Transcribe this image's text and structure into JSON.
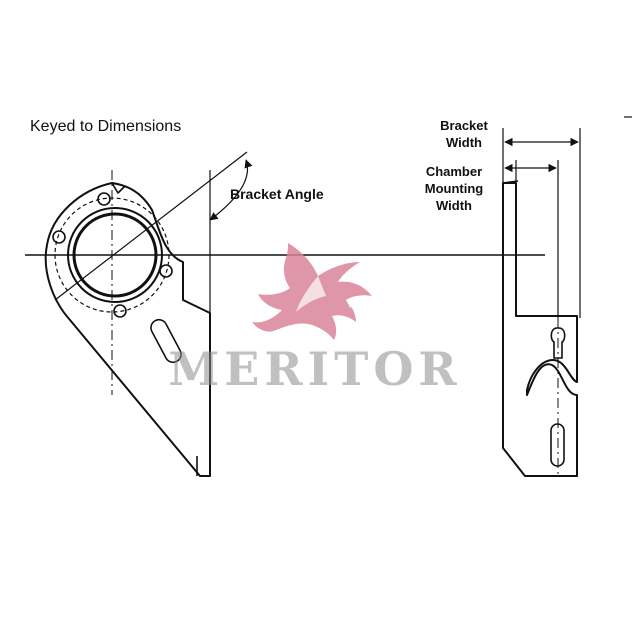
{
  "diagram": {
    "title": "Keyed to Dimensions",
    "labels": {
      "bracket_angle": "Bracket Angle",
      "bracket_width": [
        "Bracket",
        "Width"
      ],
      "chamber_mounting_width": [
        "Chamber",
        "Mounting",
        "Width"
      ]
    }
  },
  "watermark": {
    "brand_text": "MERITOR",
    "logo_icon": "griffin-logo-icon",
    "logo_color": "#d9849a"
  },
  "colors": {
    "line": "#111111",
    "background": "#ffffff"
  }
}
